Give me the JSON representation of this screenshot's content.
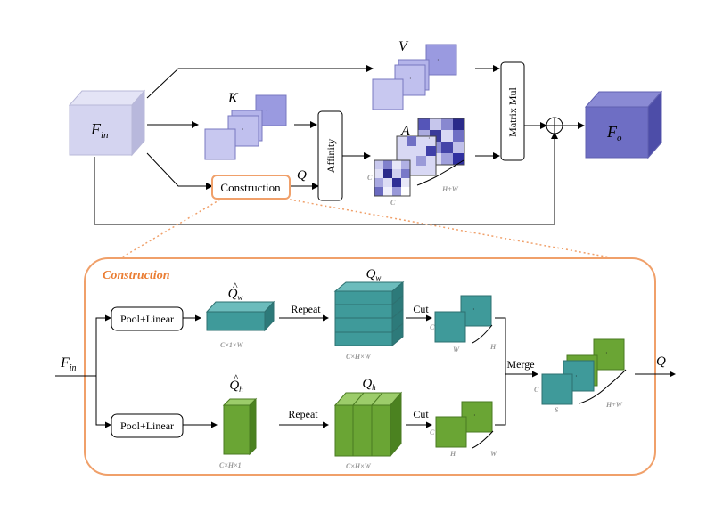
{
  "top": {
    "input": {
      "base": "F",
      "sub": "in"
    },
    "output": {
      "base": "F",
      "sub": "o"
    },
    "k_label": "K",
    "v_label": "V",
    "a_label": "A",
    "q_label": "Q",
    "construction_label": "Construction",
    "affinity_label": "Affinity",
    "matmul_label": "Matrix Mul",
    "dim_c1": "C",
    "dim_c2": "C",
    "dim_hw": "H+W"
  },
  "panel": {
    "title": "Construction",
    "input": {
      "base": "F",
      "sub": "in"
    },
    "output_label": "Q",
    "pool_linear_1": "Pool+Linear",
    "pool_linear_2": "Pool+Linear",
    "repeat_1": "Repeat",
    "repeat_2": "Repeat",
    "cut_1": "Cut",
    "cut_2": "Cut",
    "merge": "Merge",
    "qw_hat": {
      "base": "Q",
      "sub": "w"
    },
    "qh_hat": {
      "base": "Q",
      "sub": "h"
    },
    "qw": {
      "base": "Q",
      "sub": "w"
    },
    "qh": {
      "base": "Q",
      "sub": "h"
    },
    "dim_cxw": "C×1×W",
    "dim_cxhxw_1": "C×H×W",
    "dim_cxh1": "C×H×1",
    "dim_cxhxw_2": "C×H×W",
    "cut1_c": "C",
    "cut1_w": "W",
    "cut1_h": "H",
    "cut2_c": "C",
    "cut2_h": "H",
    "cut2_w": "W",
    "merge_c": "C",
    "merge_s": "S",
    "merge_hw": "H+W"
  },
  "colors": {
    "input_cube": "#d4d4f0",
    "output_cube": "#6e6ec4",
    "feature_blue": "#b4b4ea",
    "teal": "#3f9a9a",
    "green": "#6aa534",
    "orange": "#f0a06a",
    "orange_text": "#ea7d33"
  }
}
